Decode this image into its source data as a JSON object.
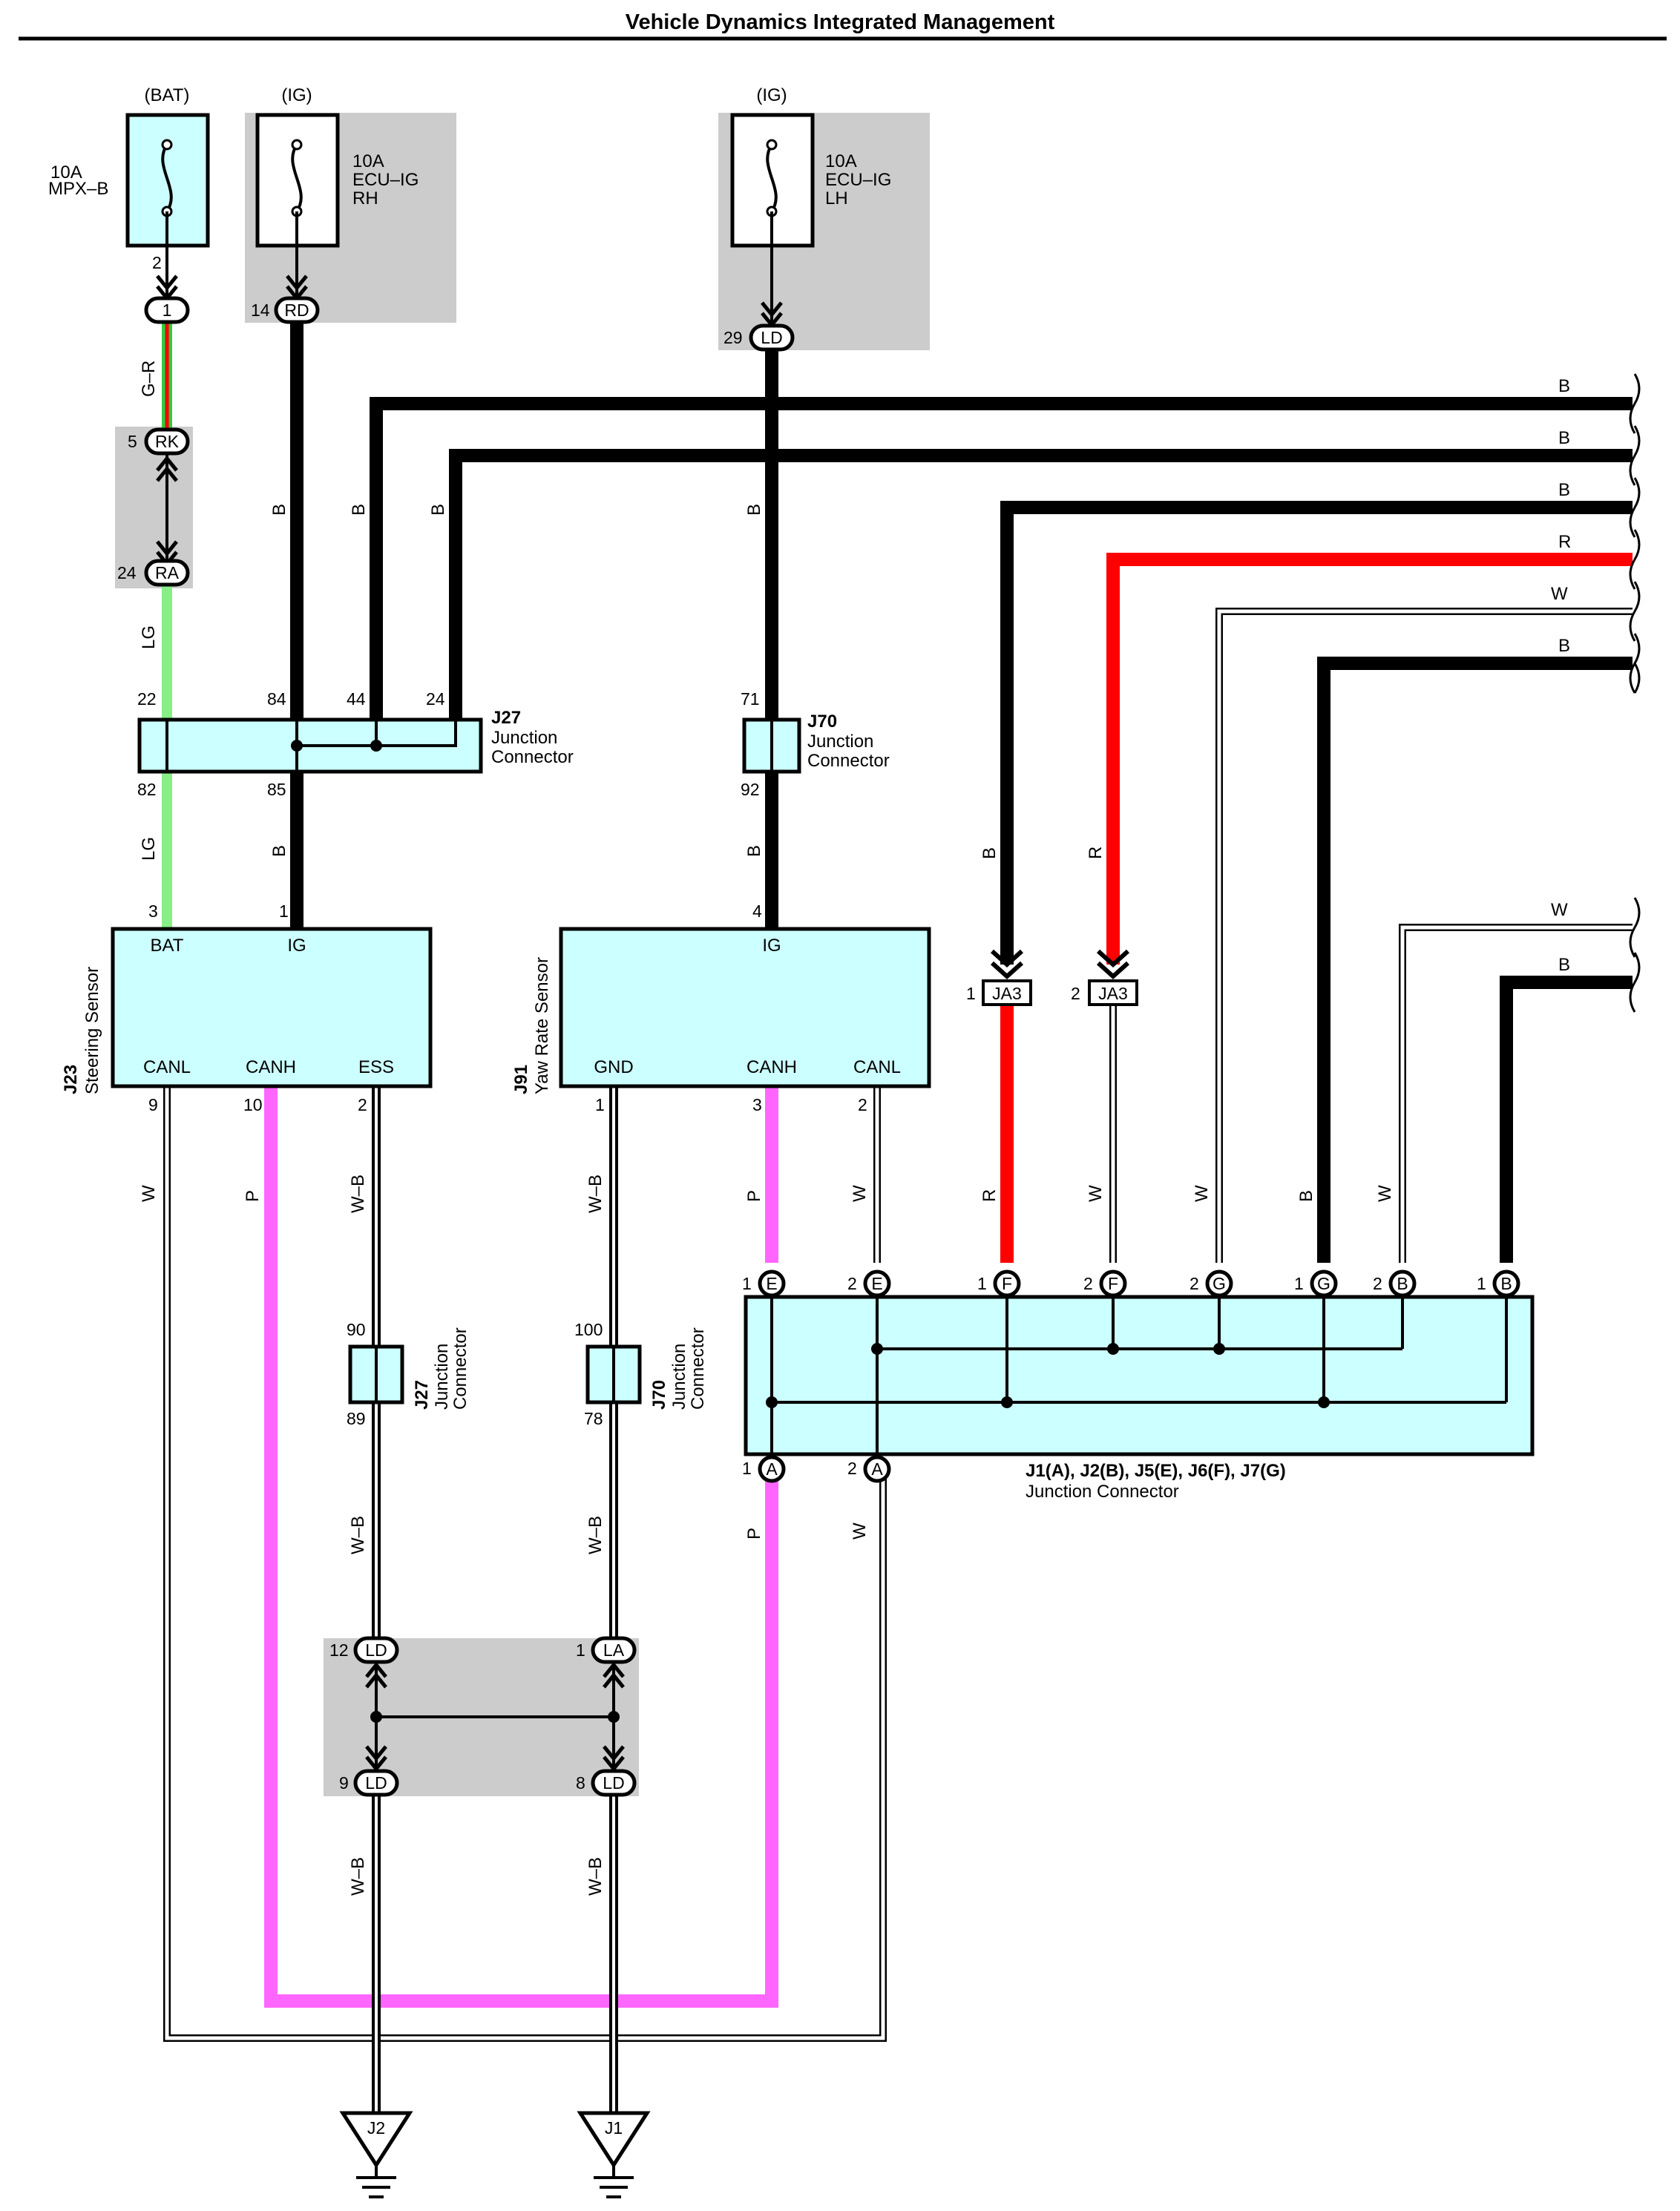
{
  "title": "Vehicle Dynamics Integrated Management",
  "colors": {
    "connector_fill": "#ccffff",
    "shade": "#cccccc",
    "wire_B": "#000000",
    "wire_R": "#ff0000",
    "wire_P": "#ff66ff",
    "wire_LG": "#88ee88",
    "wire_W": "#ffffff"
  },
  "fuses": [
    {
      "source": "(BAT)",
      "line1": "10A",
      "line2": "MPX–B",
      "line3": "",
      "pin": "2"
    },
    {
      "source": "(IG)",
      "line1": "10A",
      "line2": "ECU–IG",
      "line3": "RH"
    },
    {
      "source": "(IG)",
      "line1": "10A",
      "line2": "ECU–IG",
      "line3": "LH"
    }
  ],
  "connectors": {
    "c1": {
      "num": "",
      "code": "1"
    },
    "rd": {
      "num": "14",
      "code": "RD"
    },
    "ld_top": {
      "num": "29",
      "code": "LD"
    },
    "rk": {
      "num": "5",
      "code": "RK"
    },
    "ra": {
      "num": "24",
      "code": "RA"
    },
    "ld12": {
      "num": "12",
      "code": "LD"
    },
    "la1": {
      "num": "1",
      "code": "LA"
    },
    "ld9": {
      "num": "9",
      "code": "LD"
    },
    "ld8": {
      "num": "8",
      "code": "LD"
    },
    "ja3_1": {
      "num": "1",
      "code": "JA3"
    },
    "ja3_2": {
      "num": "2",
      "code": "JA3"
    }
  },
  "j27_top": {
    "id": "J27",
    "line1": "Junction",
    "line2": "Connector",
    "pins_top": [
      "22",
      "84",
      "44",
      "24"
    ],
    "pins_bottom": [
      "82",
      "85"
    ]
  },
  "j70_top": {
    "id": "J70",
    "line1": "Junction",
    "line2": "Connector",
    "pin_top": "71",
    "pin_bottom": "92"
  },
  "j27_mid": {
    "id": "J27",
    "line1": "Junction",
    "line2": "Connector",
    "pin_top": "90",
    "pin_bottom": "89"
  },
  "j70_mid": {
    "id": "J70",
    "line1": "Junction",
    "line2": "Connector",
    "pin_top": "100",
    "pin_bottom": "78"
  },
  "steering_sensor": {
    "id": "J23",
    "name": "Steering Sensor",
    "top_terminals": [
      {
        "label": "BAT",
        "pin": "3"
      },
      {
        "label": "IG",
        "pin": "1"
      }
    ],
    "bottom_terminals": [
      {
        "label": "CANL",
        "pin": "9"
      },
      {
        "label": "CANH",
        "pin": "10"
      },
      {
        "label": "ESS",
        "pin": "2"
      }
    ]
  },
  "yaw_rate_sensor": {
    "id": "J91",
    "name": "Yaw Rate Sensor",
    "top_terminals": [
      {
        "label": "IG",
        "pin": "4"
      }
    ],
    "bottom_terminals": [
      {
        "label": "GND",
        "pin": "1"
      },
      {
        "label": "CANH",
        "pin": "3"
      },
      {
        "label": "CANL",
        "pin": "2"
      }
    ]
  },
  "junction_block": {
    "title": "J1(A), J2(B), J5(E), J6(F), J7(G)",
    "subtitle": "Junction Connector",
    "top_pins": [
      {
        "num": "1",
        "code": "E"
      },
      {
        "num": "2",
        "code": "E"
      },
      {
        "num": "1",
        "code": "F"
      },
      {
        "num": "2",
        "code": "F"
      },
      {
        "num": "2",
        "code": "G"
      },
      {
        "num": "1",
        "code": "G"
      },
      {
        "num": "2",
        "code": "B"
      },
      {
        "num": "1",
        "code": "B"
      }
    ],
    "bottom_pins": [
      {
        "num": "1",
        "code": "A"
      },
      {
        "num": "2",
        "code": "A"
      }
    ]
  },
  "grounds": [
    {
      "code": "J2"
    },
    {
      "code": "J1"
    }
  ],
  "wire_labels": {
    "gr": "G–R",
    "lg1": "LG",
    "lg2": "LG",
    "b_ig": "B",
    "b_ig2": "B",
    "b44": "B",
    "b24": "B",
    "b_ld": "B",
    "b_ld2": "B",
    "b_ja3": "B",
    "r_ja3": "R",
    "w_canl1": "W",
    "p_canh1": "P",
    "wb_ess": "W–B",
    "wb_gnd": "W–B",
    "p_canh2": "P",
    "w_canl2": "W",
    "r_f1": "R",
    "w_f2": "W",
    "w_g2": "W",
    "b_g1": "B",
    "w_b2": "W",
    "wb_89": "W–B",
    "wb_78": "W–B",
    "p_a1": "P",
    "w_a2": "W",
    "wb_gnd1": "W–B",
    "wb_gnd2": "W–B"
  },
  "harness_labels": [
    "B",
    "B",
    "B",
    "R",
    "W",
    "B",
    "W",
    "B"
  ]
}
